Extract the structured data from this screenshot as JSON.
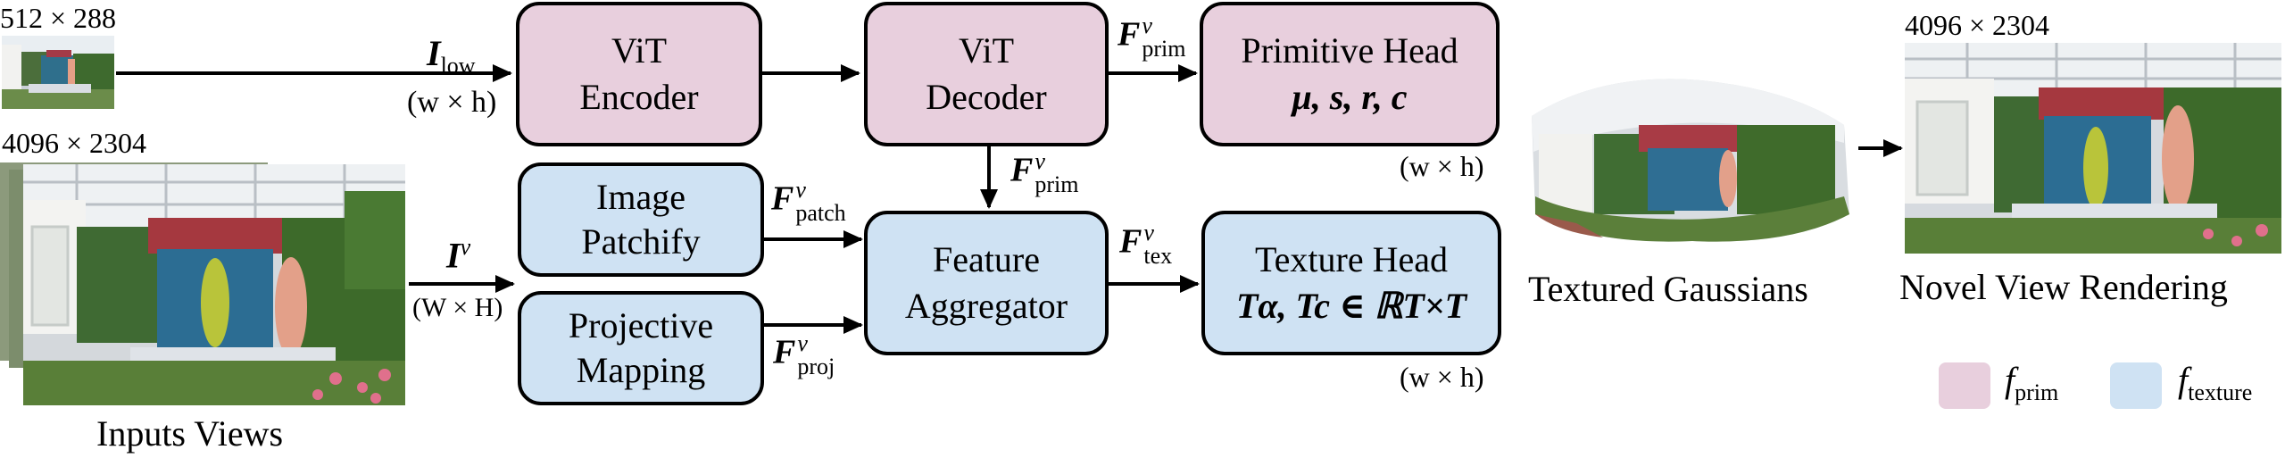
{
  "inputs": {
    "low_res_label": "512 × 288",
    "high_res_label": "4096 × 2304",
    "caption": "Inputs Views"
  },
  "edges": {
    "i_low": "I",
    "i_low_sub": "low",
    "i_low_dim": "(w × h)",
    "i_v": "I",
    "i_v_sup": "v",
    "i_v_dim": "(W × H)",
    "f_prim_top": "F",
    "f_prim_top_sub": "prim",
    "f_prim_top_sup": "v",
    "f_prim_mid": "F",
    "f_prim_mid_sub": "prim",
    "f_prim_mid_sup": "v",
    "f_patch": "F",
    "f_patch_sub": "patch",
    "f_patch_sup": "v",
    "f_proj": "F",
    "f_proj_sub": "proj",
    "f_proj_sup": "v",
    "f_tex": "F",
    "f_tex_sub": "tex",
    "f_tex_sup": "v"
  },
  "boxes": {
    "vit_encoder": "ViT\nEncoder",
    "vit_decoder": "ViT\nDecoder",
    "primitive_head_title": "Primitive Head",
    "primitive_head_math": "μ, s, r, c",
    "image_patchify": "Image\nPatchify",
    "projective_mapping": "Projective\nMapping",
    "feature_aggregator": "Feature\nAggregator",
    "texture_head_title": "Texture Head",
    "texture_head_math": "Tα, Tc ∈ ℝT×T"
  },
  "dims": {
    "primitive_head_dim": "(w × h)",
    "texture_head_dim": "(w × h)"
  },
  "outputs": {
    "gaussians_caption": "Textured Gaussians",
    "render_res_label": "4096 × 2304",
    "render_caption": "Novel View Rendering"
  },
  "legend": {
    "prim_label": "f",
    "prim_sub": "prim",
    "texture_label": "f",
    "texture_sub": "texture",
    "prim_color": "#e8cfdd",
    "texture_color": "#cfe2f3"
  }
}
